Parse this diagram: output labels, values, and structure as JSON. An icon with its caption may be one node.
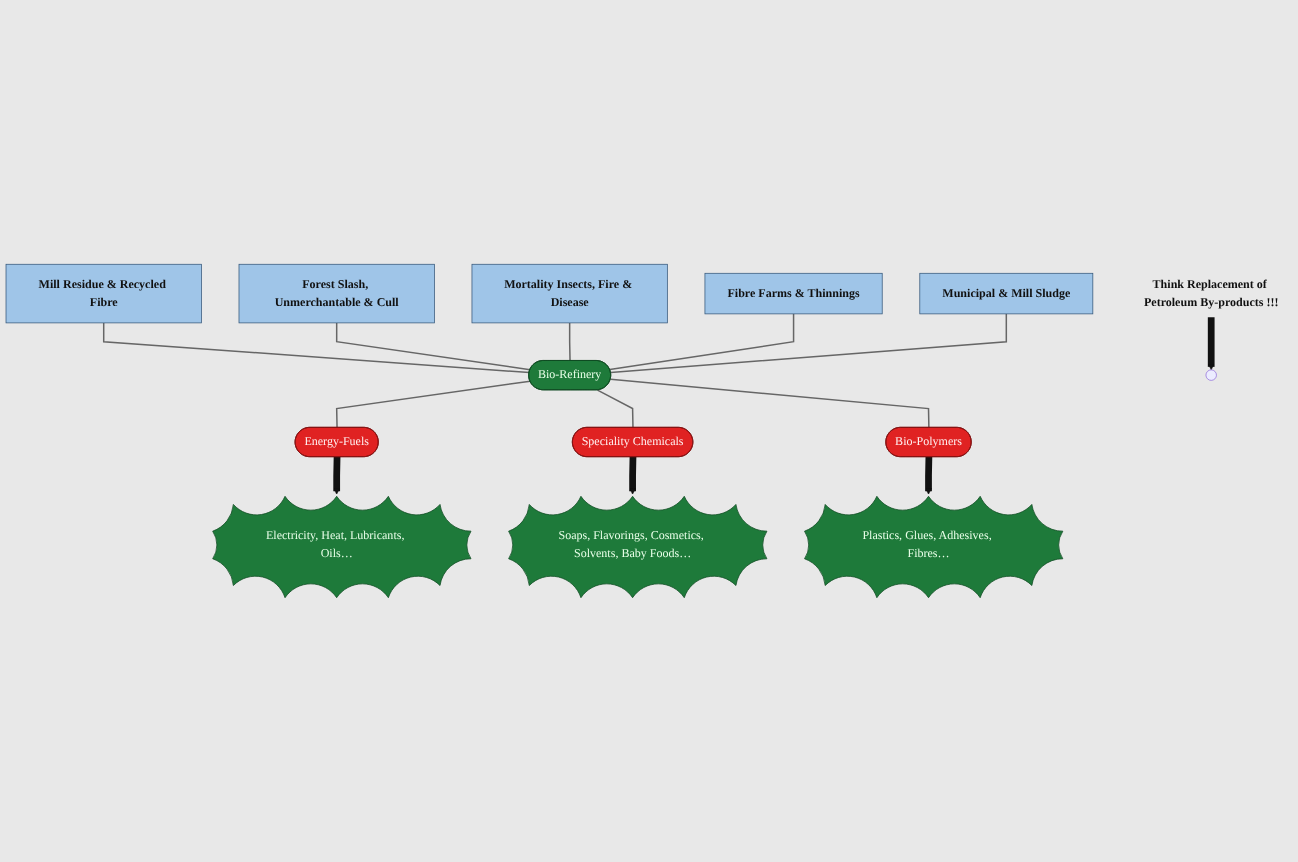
{
  "diagram": {
    "nodes": [
      {
        "text": [
          "Mill Residue & Recycled Fibre"
        ]
      },
      {
        "text": [
          "Forest Slash, Unmerchantable & Cull"
        ]
      },
      {
        "text": [
          "Mortality Insects, Fire & Disease"
        ]
      },
      {
        "text": [
          "Fibre Farms & Thinnings"
        ]
      },
      {
        "text": [
          "Municipal & Mill Sludge"
        ]
      },
      {
        "text": [
          "Bio-Refinery"
        ]
      },
      {
        "text": [
          "Think Replacement of Petroleum By-products !!!"
        ]
      },
      {
        "text": [
          "Energy-Fuels"
        ]
      },
      {
        "text": [
          "Speciality Chemicals"
        ]
      },
      {
        "text": [
          "Bio-Polymers"
        ]
      },
      {
        "text": [
          "Electricity, Heat, Lubricants, Oils…"
        ]
      },
      {
        "text": [
          "Soaps, Flavorings, Cosmetics, Solvents, Baby Foods…"
        ]
      },
      {
        "text": [
          "Plastics, Glues, Adhesives, Fibres…"
        ]
      }
    ],
    "edges": [
      {
        "from": 0,
        "to": 5,
        "arrow": "none"
      },
      {
        "from": 1,
        "to": 5,
        "arrow": "none"
      },
      {
        "from": 2,
        "to": 5,
        "arrow": "none"
      },
      {
        "from": 3,
        "to": 5,
        "arrow": "none"
      },
      {
        "from": 4,
        "to": 5,
        "arrow": "none"
      },
      {
        "from": 6,
        "to": null,
        "arrow": "to",
        "style": "thick"
      },
      {
        "from": 5,
        "to": 7,
        "arrow": "none"
      },
      {
        "from": 5,
        "to": 8,
        "arrow": "none"
      },
      {
        "from": 5,
        "to": 9,
        "arrow": "none"
      },
      {
        "from": 7,
        "to": 10,
        "arrow": "to",
        "style": "thick"
      },
      {
        "from": 8,
        "to": 11,
        "arrow": "to",
        "style": "thick"
      },
      {
        "from": 9,
        "to": 12,
        "arrow": "to",
        "style": "thick"
      }
    ]
  }
}
